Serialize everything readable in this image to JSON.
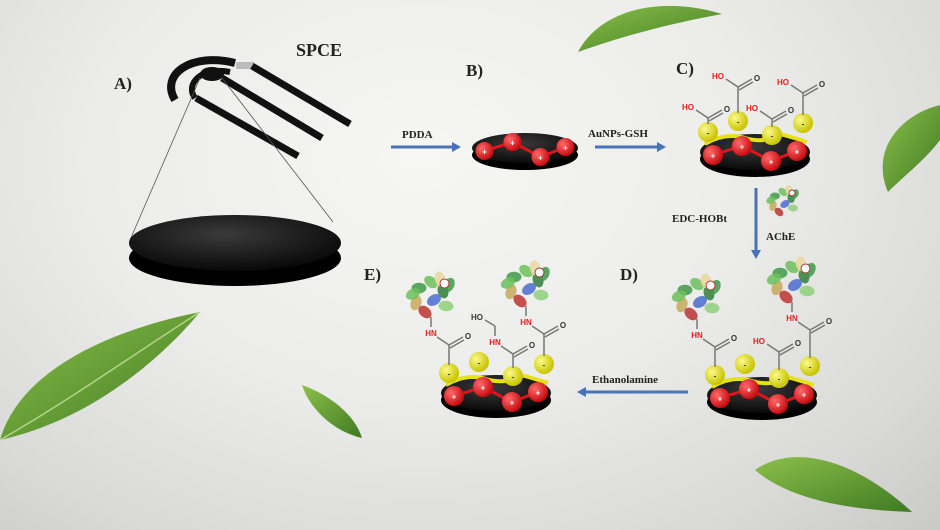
{
  "title": "SPCE",
  "panels": {
    "a": "A)",
    "b": "B)",
    "c": "C)",
    "d": "D)",
    "e": "E)"
  },
  "steps": {
    "pdda": "PDDA",
    "aunps": "AuNPs-GSH",
    "edc": "EDC-HOBt",
    "ache": "AChE",
    "ethanolamine": "Ethanolamine"
  },
  "chem": {
    "hydroxyl": "HO",
    "amine": "HN",
    "oxygen": "O",
    "plus": "+",
    "minus": "-"
  },
  "colors": {
    "arrow": "#4a72b8",
    "bead_positive": "#e0141a",
    "bead_negative": "#e6e21a",
    "electrode": "#111111",
    "leaf": "#4f8a2a",
    "hydroxyl_text": "#e02020",
    "bond": "#777777"
  }
}
